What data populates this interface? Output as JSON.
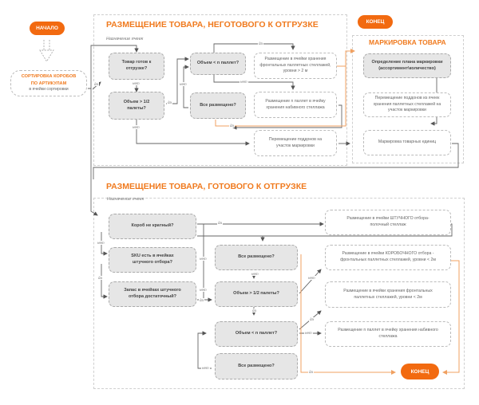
{
  "colors": {
    "accent": "#f26a10",
    "title": "#f07a1e",
    "decision_fill": "#e6e6e6",
    "line": "#666666",
    "accent_line": "#f0a060"
  },
  "start": {
    "label": "НАЧАЛО"
  },
  "sorting": {
    "line1": "СОРТИРОВКА КОРОБОВ",
    "line2": "ПО АРТИКУЛАМ",
    "line3": "в ячейки сортировки"
  },
  "section1": {
    "title": "РАЗМЕЩЕНИЕ ТОВАРА, НЕГОТОВОГО К ОТГРУЗКЕ",
    "subtitle": "Назначение ячеек",
    "decisions": {
      "ready": "Товар готов к отгрузке?",
      "half_pallet": "Объем > 1/2 палеты?",
      "lt_n_pallets": "Объем < n паллет?",
      "all_placed": "Все размещено?"
    },
    "actions": {
      "frontal_high": "Размещение в ячейки хранения фронтальных паллетных стеллажей, уровни > 2 м",
      "drive_in": "Размещение n паллет в ячейку хранения набивного стеллажа",
      "move_to_marking": "Перемещение поддонов на участок маркировки"
    },
    "end": "КОНЕЦ"
  },
  "section_marking": {
    "title": "МАРКИРОВКА ТОВАРА",
    "plan": "Определение плана маркировки (ассортимент\\количество)",
    "move": "Перемещение поддонов из ячеек хранения паллетных стеллажей на участок маркировки",
    "label_units": "Маркировка товарных единиц"
  },
  "section2": {
    "title": "РАЗМЕЩЕНИЕ ТОВАРА, ГОТОВОГО К ОТГРУЗКЕ",
    "subtitle": "Назначение ячеек",
    "decisions": {
      "box_not_multiple": "Короб не кратный?",
      "sku_in_piece": "SKU есть в ячейках штучного отбора?",
      "stock_enough": "Запас в ячейках штучного отбора достаточный?",
      "all_placed_1": "Все размещено?",
      "half_pallet": "Объем > 1/2 палеты?",
      "lt_n_pallets": "Объем < n паллет?",
      "all_placed_2": "Все размещено?"
    },
    "actions": {
      "piece_pick": "Размещение в ячейки ШТУЧНОГО отбора- полочный стеллаж",
      "box_pick": "Размещение в ячейки КОРОБОЧНОГО отбора - фронтальных паллетных стеллажей, уровни < 2м",
      "frontal_low": "Размещение в ячейки хранения фронтальных паллетных стеллажей, уровни < 2м",
      "drive_in": "Размещение n паллет в ячейку хранения набивного стеллажа"
    },
    "end": "КОНЕЦ"
  },
  "labels": {
    "yes": "да",
    "no": "нет"
  }
}
